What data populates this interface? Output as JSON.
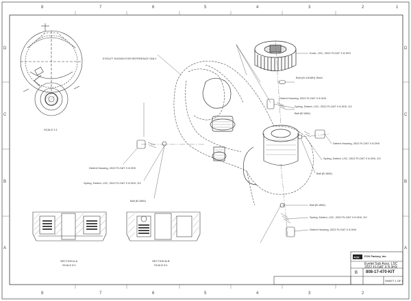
{
  "zones": {
    "top": [
      "8",
      "7",
      "6",
      "5",
      "4",
      "3",
      "2",
      "1"
    ],
    "side": [
      "D",
      "C",
      "B",
      "A"
    ]
  },
  "callouts": {
    "eyelet_note": "EYELET SHOWN FOR REFERENCE ONLY",
    "knob": "Knob, LSC, 2022 FLOAT X 8.3HX",
    "bolt_lh": "Bolt (M 4.8X8H) Steel",
    "detent_housing_1": "Detent Housing, 2022 FLOAT X 8.3HX",
    "spring_detent_1": "Spring, Detent, LSC, 2022 FLOAT X 8.3HX, D2",
    "ball_1": "Ball (B.1881)",
    "detent_housing_2": "Detent Housing, 2022 FLOAT X 8.3HX",
    "spring_detent_2": "Spring, Detent, LSC, 2022 FLOAT X 8.3HX, D2",
    "ball_2": "Ball (B.1881)",
    "detent_housing_3": "Detent Housing, 2022 FLOAT X 8.3HX",
    "spring_detent_3": "Spring, Detent, LSC, 2022 FLOAT X 8.3HX, D2",
    "ball_3": "Ball (B.1881)",
    "ball_4": "Ball (B.1881)",
    "spring_detent_4": "Spring, Detent, LSC, 2022 FLOAT X 8.3HX, D2",
    "detent_housing_4": "Detent Housing, 2022 FLOAT X 8.3HX"
  },
  "views": {
    "scale_view_label": "SCALE 2:1",
    "section_a": "SECTION A-A",
    "section_a_scale": "SCALE 8:1",
    "section_b": "SECTION B-B",
    "section_b_scale": "SCALE 8:1"
  },
  "title_block": {
    "company": "FOX Factory, Inc.",
    "title_line1": "Eyelet Sub Assy, LSC",
    "title_line2": "2022 FLOAT X 8.3HX",
    "part_number": "808-17-470-KIT",
    "sheet": "SHEET 1 OF 1",
    "size": "B"
  }
}
